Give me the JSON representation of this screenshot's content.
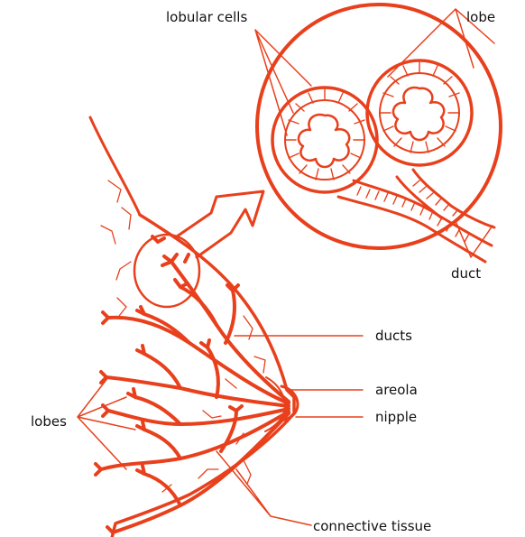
{
  "colors": {
    "ink": "#e8401c",
    "background": "#ffffff",
    "label_text": "#111111"
  },
  "labels": {
    "lobular_cells": "lobular cells",
    "lobe": "lobe",
    "duct": "duct",
    "ducts": "ducts",
    "areola": "areola",
    "nipple": "nipple",
    "lobes": "lobes",
    "connective_tissue": "connective tissue"
  }
}
